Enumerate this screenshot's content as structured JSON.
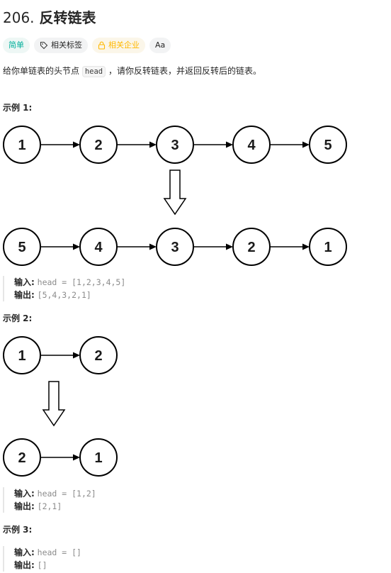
{
  "problem": {
    "number": "206.",
    "title": "反转链表"
  },
  "tags": {
    "difficulty": "简单",
    "topics": "相关标签",
    "companies": "相关企业",
    "font_toggle": "Aa"
  },
  "description": {
    "before": "给你单链表的头节点",
    "code": "head",
    "after": "，请你反转链表，并返回反转后的链表。"
  },
  "examples": [
    {
      "title": "示例 1:",
      "input_label": "输入:",
      "input_value": "head = [1,2,3,4,5]",
      "output_label": "输出:",
      "output_value": "[5,4,3,2,1]",
      "list_before": [
        "1",
        "2",
        "3",
        "4",
        "5"
      ],
      "list_after": [
        "5",
        "4",
        "3",
        "2",
        "1"
      ]
    },
    {
      "title": "示例 2:",
      "input_label": "输入:",
      "input_value": "head = [1,2]",
      "output_label": "输出:",
      "output_value": "[2,1]",
      "list_before": [
        "1",
        "2"
      ],
      "list_after": [
        "2",
        "1"
      ]
    },
    {
      "title": "示例 3:",
      "input_label": "输入:",
      "input_value": "head = []",
      "output_label": "输出:",
      "output_value": "[]"
    }
  ],
  "colors": {
    "easy": "#00af9b",
    "company": "#ffb800",
    "text": "#262626",
    "muted": "#8c8c8c"
  }
}
